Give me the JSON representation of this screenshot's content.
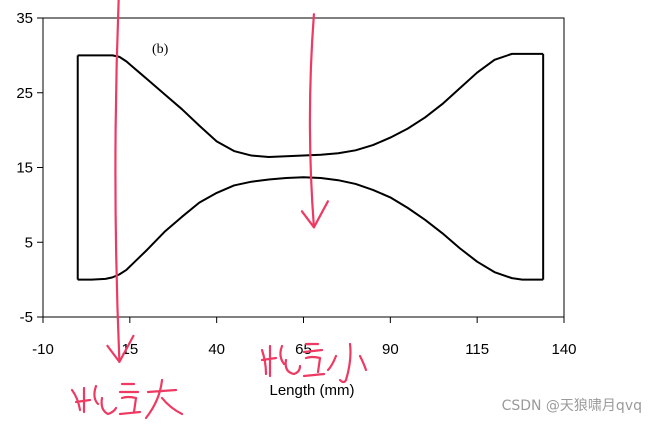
{
  "chart_data": {
    "type": "line",
    "panel_label": "(b)",
    "xlabel": "Length (mm)",
    "ylabel": "",
    "xlim": [
      -10,
      140
    ],
    "ylim": [
      -5,
      35
    ],
    "xticks": [
      -10,
      15,
      40,
      65,
      90,
      115,
      140
    ],
    "yticks": [
      -5,
      5,
      15,
      25,
      35
    ],
    "grid": false,
    "series": [
      {
        "role": "upper-wall",
        "x": [
          0,
          4,
          8,
          10,
          12,
          14,
          16,
          18,
          20,
          25,
          30,
          35,
          40,
          45,
          50,
          55,
          60,
          65,
          70,
          75,
          80,
          85,
          90,
          95,
          100,
          105,
          110,
          115,
          120,
          125,
          128,
          131,
          134,
          134,
          134
        ],
        "y": [
          30,
          30,
          30,
          30,
          29.8,
          29.2,
          28.4,
          27.6,
          26.8,
          24.8,
          22.8,
          20.6,
          18.5,
          17.2,
          16.6,
          16.4,
          16.5,
          16.6,
          16.7,
          16.9,
          17.3,
          18,
          19,
          20.2,
          21.7,
          23.5,
          25.6,
          27.7,
          29.4,
          30.2,
          30.2,
          30.2,
          30.2,
          30.2,
          30.2
        ]
      },
      {
        "role": "lower-wall",
        "x": [
          0,
          4,
          8,
          10,
          12,
          14,
          16,
          18,
          20,
          25,
          30,
          35,
          40,
          45,
          50,
          55,
          60,
          65,
          70,
          75,
          80,
          85,
          90,
          95,
          100,
          105,
          110,
          115,
          120,
          125,
          128,
          131,
          134
        ],
        "y": [
          0,
          0,
          0.1,
          0.3,
          0.7,
          1.3,
          2.2,
          3.1,
          4,
          6.4,
          8.4,
          10.3,
          11.6,
          12.6,
          13.1,
          13.4,
          13.6,
          13.7,
          13.6,
          13.3,
          12.8,
          12,
          11,
          9.6,
          8,
          6.2,
          4.2,
          2.4,
          1,
          0.2,
          0,
          0,
          0
        ]
      },
      {
        "role": "inlet-edge",
        "x": [
          0,
          0
        ],
        "y": [
          30,
          0
        ]
      },
      {
        "role": "outlet-edge",
        "x": [
          134,
          134
        ],
        "y": [
          30.2,
          0
        ]
      }
    ],
    "annotations": [
      {
        "kind": "hand-drawn-arrow",
        "x": 12,
        "y_from": 40,
        "y_to": -11,
        "color": "#ee3a62"
      },
      {
        "kind": "hand-drawn-arrow",
        "x": 68,
        "y_from": 35.5,
        "y_to": 7,
        "color": "#ee3a62"
      }
    ]
  },
  "handwriting": {
    "left_note": "能量大",
    "right_note": "能量小",
    "color": "#ee3a62"
  },
  "watermark": "CSDN @天狼啸月qvq"
}
